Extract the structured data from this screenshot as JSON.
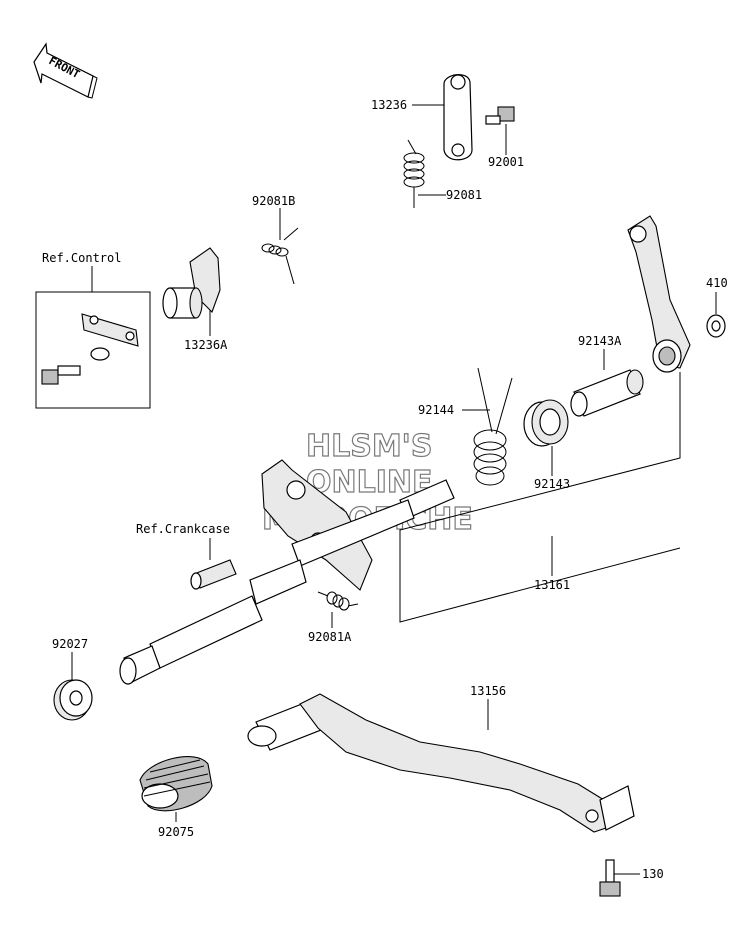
{
  "front_label": "FRONT",
  "watermark": [
    "HLSM'S",
    "ONLINE",
    "MICROFICHE"
  ],
  "callouts": {
    "p13236": "13236",
    "p92001": "92001",
    "p92081": "92081",
    "p92081B": "92081B",
    "ref_control": "Ref.Control",
    "p13236A": "13236A",
    "p410": "410",
    "p92143A": "92143A",
    "p92144": "92144",
    "p92143": "92143",
    "ref_crankcase": "Ref.Crankcase",
    "p13161": "13161",
    "p92081A": "92081A",
    "p92027": "92027",
    "p13156": "13156",
    "p92075": "92075",
    "p130": "130"
  }
}
